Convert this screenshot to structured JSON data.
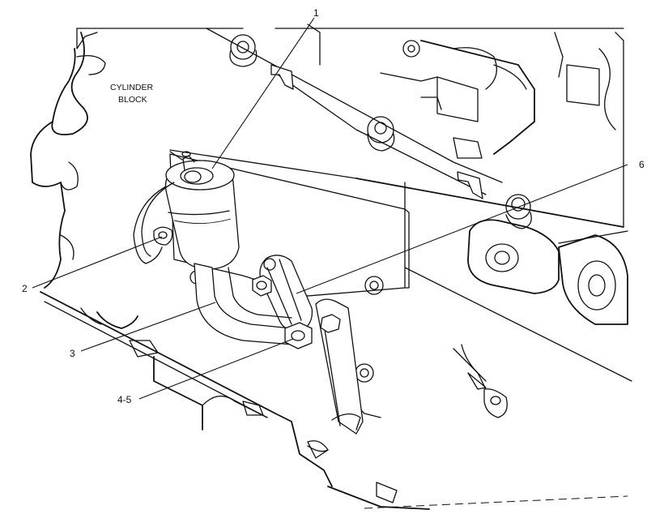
{
  "diagram": {
    "block_label_line1": "CYLINDER",
    "block_label_line2": "BLOCK",
    "callouts": {
      "c1": "1",
      "c2": "2",
      "c3": "3",
      "c45": "4-5",
      "c6": "6"
    }
  }
}
